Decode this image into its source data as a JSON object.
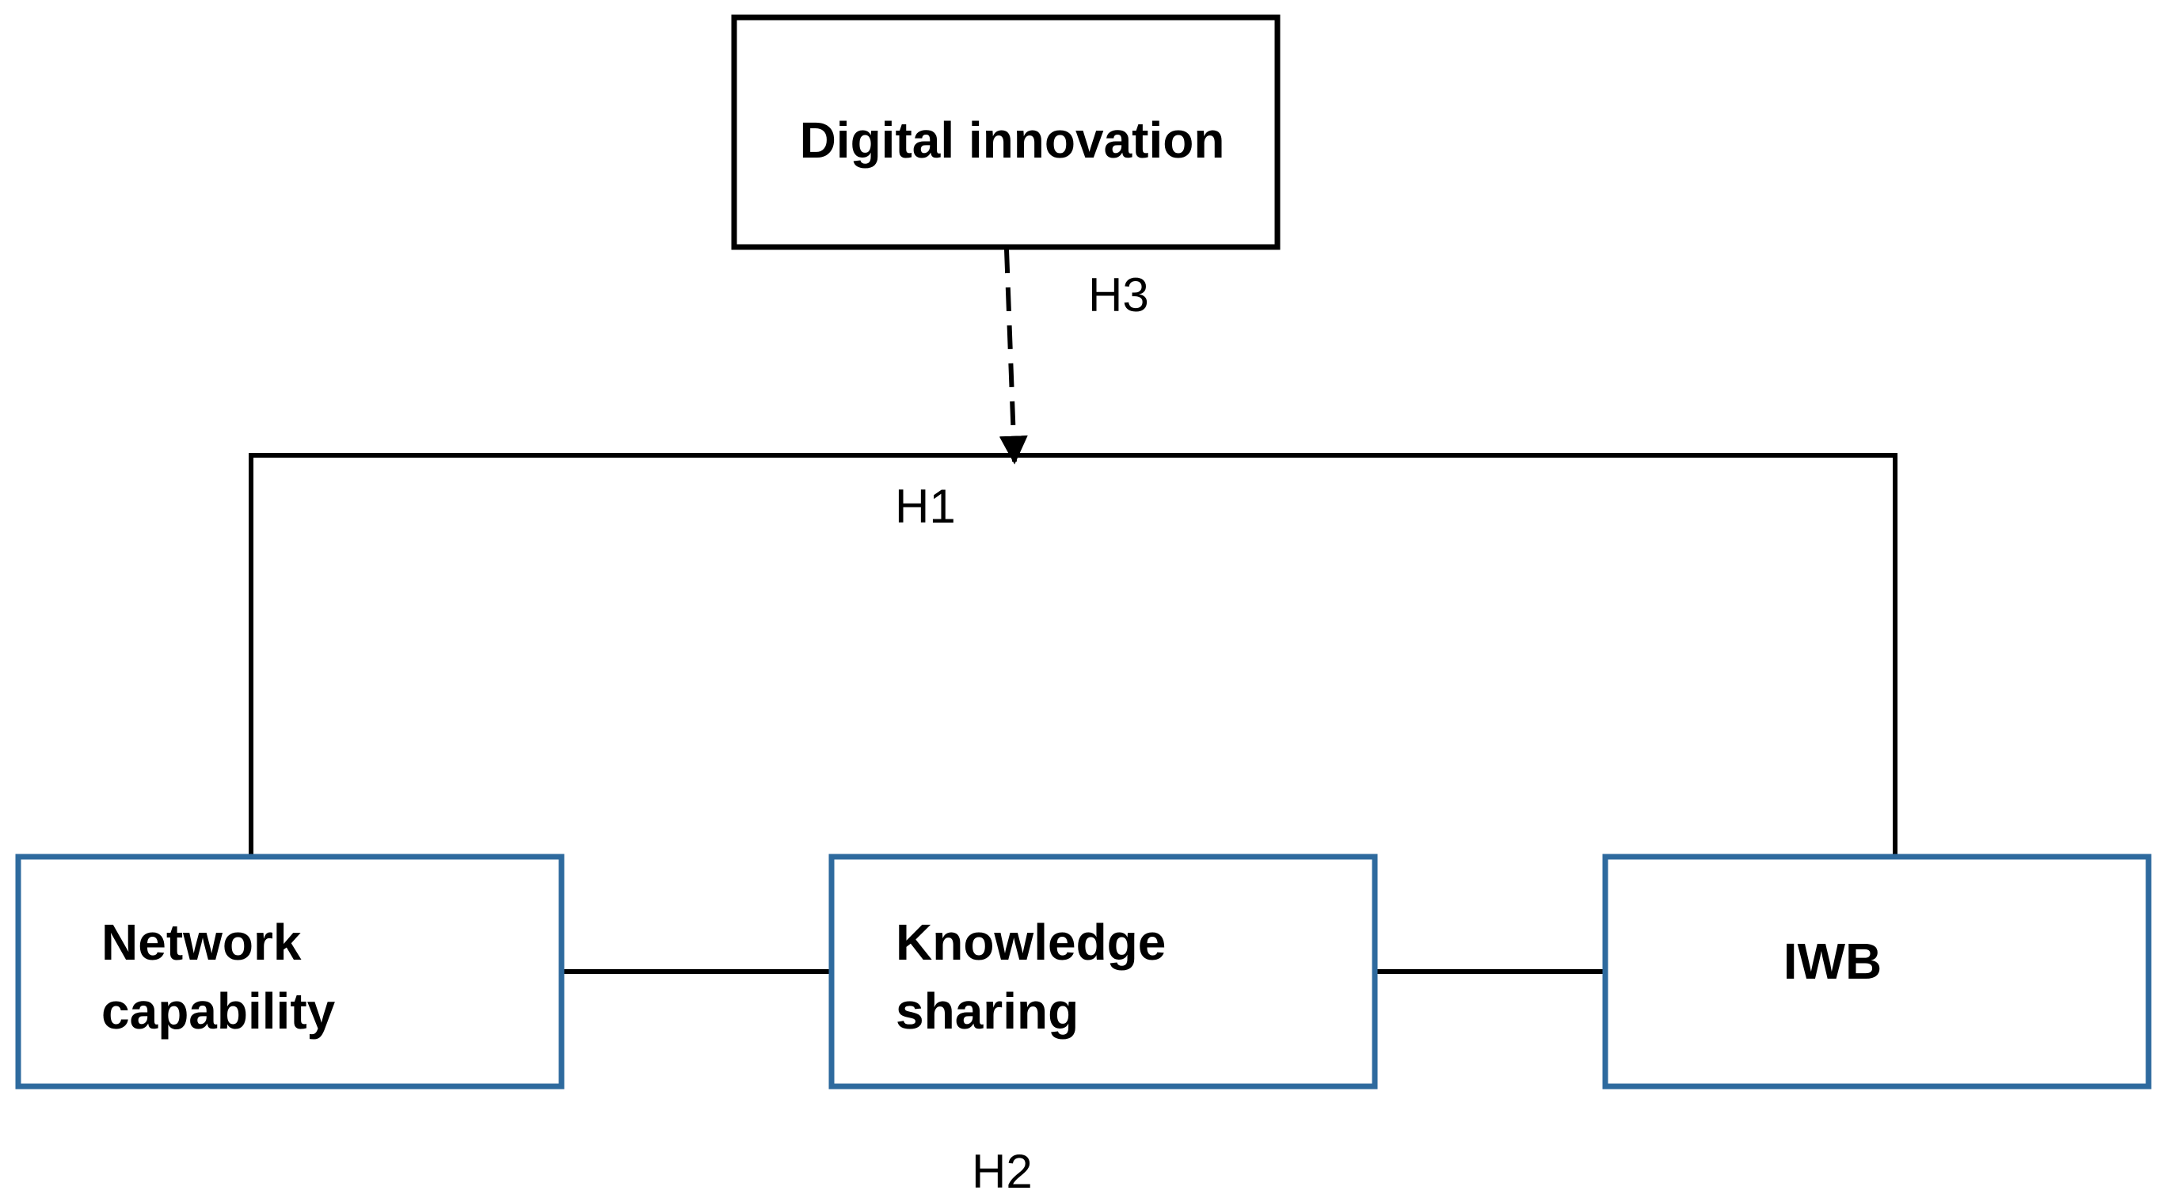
{
  "nodes": {
    "digital_innovation": {
      "label": "Digital innovation"
    },
    "network_capability": {
      "line1": "Network",
      "line2": "capability"
    },
    "knowledge_sharing": {
      "line1": "Knowledge",
      "line2": "sharing"
    },
    "iwb": {
      "label": "IWB"
    }
  },
  "hypotheses": {
    "h1": "H1",
    "h2": "H2",
    "h3": "H3"
  },
  "colors": {
    "moderator_border": "#000000",
    "construct_border": "#2e6a9e",
    "line": "#000000"
  }
}
